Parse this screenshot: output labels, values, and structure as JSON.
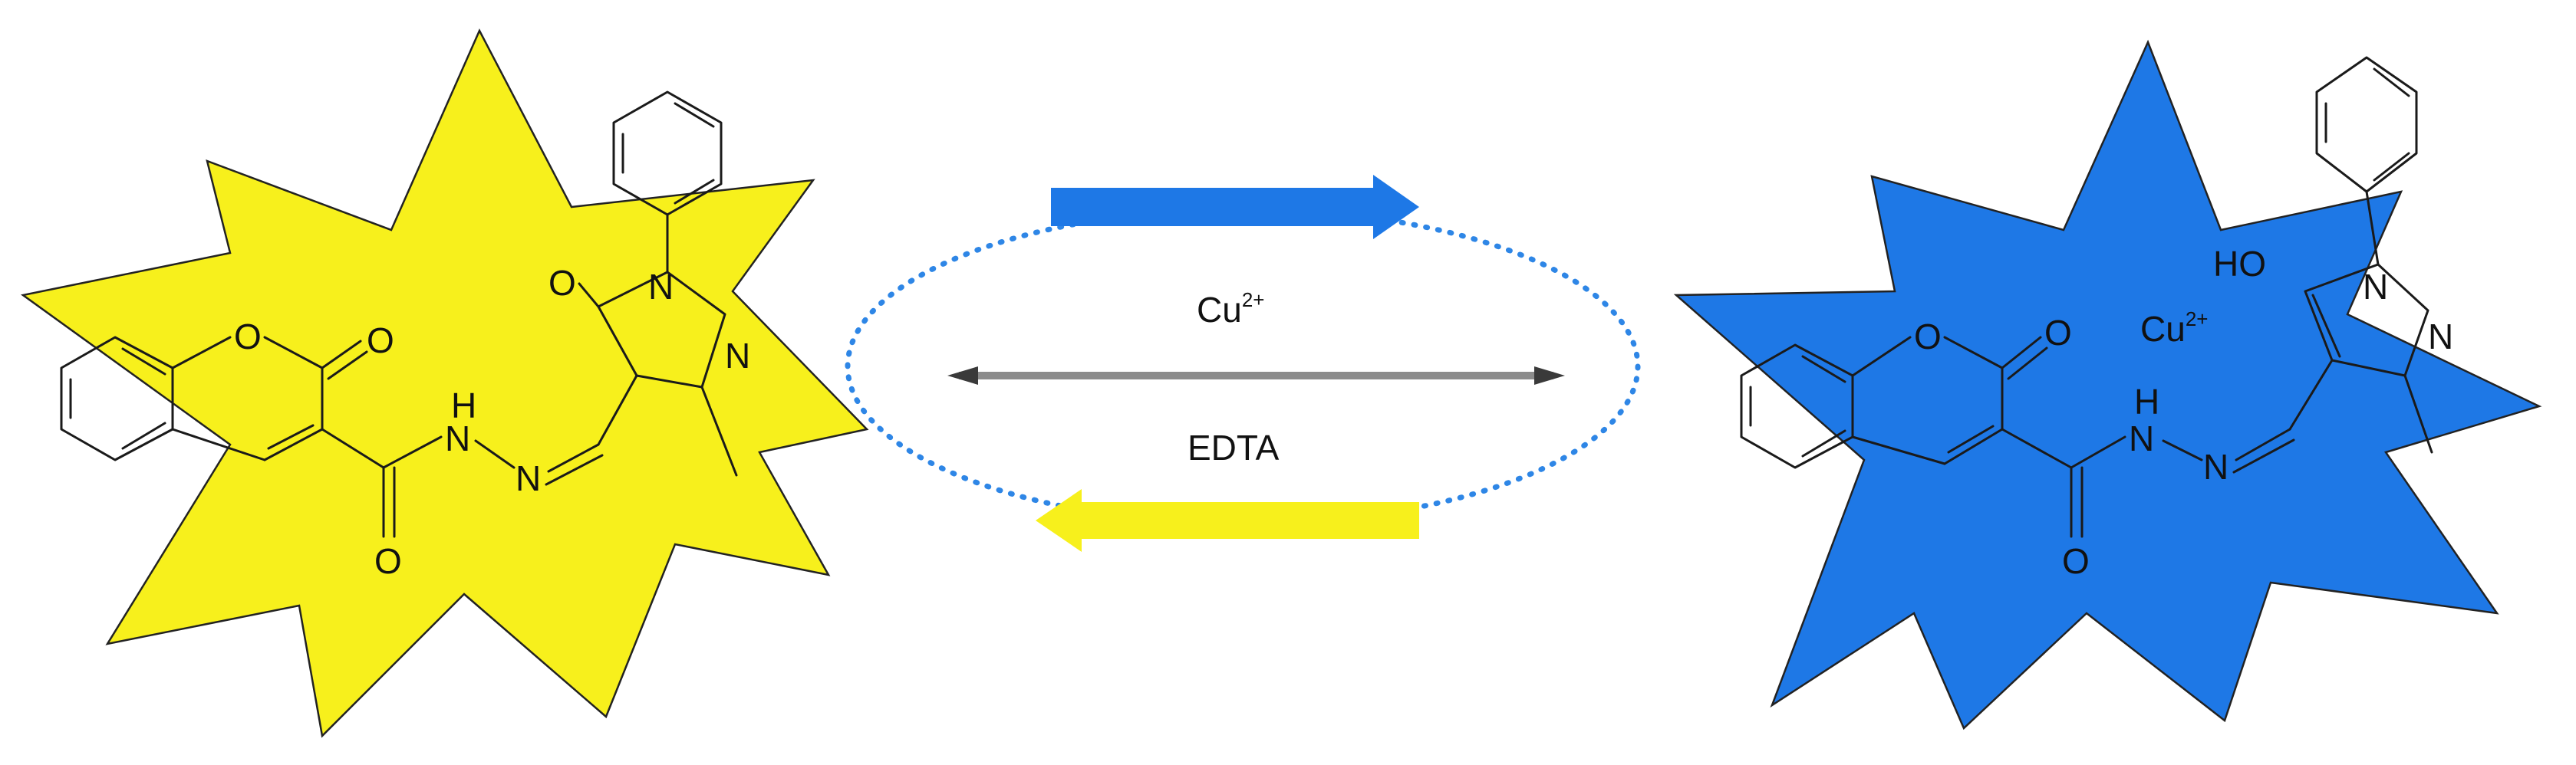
{
  "colors": {
    "yellow_burst": "#f7f01c",
    "blue_burst": "#1e78e6",
    "forward_arrow": "#1e78e6",
    "reverse_arrow": "#f7f01c",
    "equilibrium_arrow": "#8c8c8c",
    "dotted_cycle": "#2e86e6",
    "cu_label": "#1e5cff"
  },
  "reagents": {
    "forward": "Cu",
    "forward_sup": "2+",
    "reverse": "EDTA"
  },
  "left_molecule": {
    "atoms": [
      "O",
      "O",
      "O",
      "N",
      "N",
      "H",
      "N",
      "O",
      "N"
    ]
  },
  "right_molecule": {
    "atoms": [
      "O",
      "O",
      "O",
      "N",
      "H",
      "N",
      "HO",
      "N",
      "N"
    ],
    "ion": "Cu",
    "ion_sup": "2+"
  }
}
